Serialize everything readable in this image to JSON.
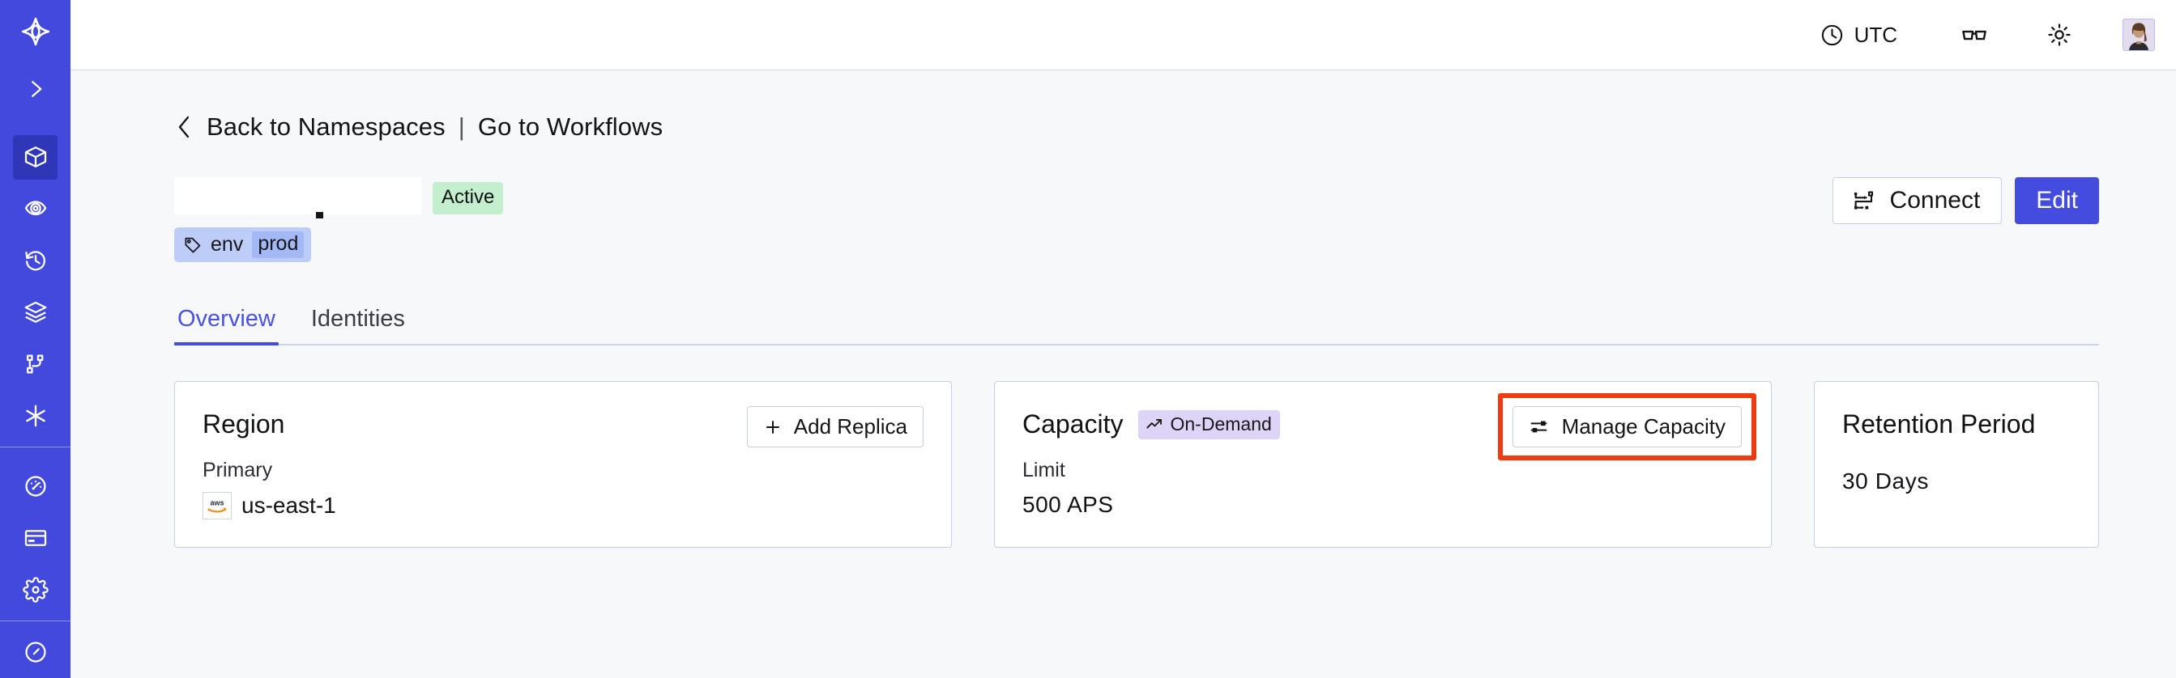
{
  "sidebar": {
    "logo": "temporal-logo",
    "items": [
      {
        "name": "expand-sidebar",
        "icon": "chevron-right-icon",
        "active": false
      },
      {
        "name": "namespaces",
        "icon": "cube-icon",
        "active": true
      },
      {
        "name": "observability",
        "icon": "eye-spiral-icon",
        "active": false
      },
      {
        "name": "schedules",
        "icon": "clock-rewind-icon",
        "active": false
      },
      {
        "name": "batch-operations",
        "icon": "layers-icon",
        "active": false
      },
      {
        "name": "workflows",
        "icon": "git-branch-icon",
        "active": false
      },
      {
        "name": "nexus",
        "icon": "asterisk-icon",
        "active": false
      },
      {
        "name": "usage",
        "icon": "gauge-icon",
        "active": false
      },
      {
        "name": "billing",
        "icon": "credit-card-icon",
        "active": false
      },
      {
        "name": "settings",
        "icon": "gear-icon",
        "active": false
      }
    ]
  },
  "topbar": {
    "timezone_label": "UTC",
    "timezone_icon": "clock-icon",
    "readability_icon": "glasses-icon",
    "theme_icon": "sun-icon",
    "avatar": "user-avatar"
  },
  "breadcrumb": {
    "back_icon": "chevron-left-icon",
    "back_label": "Back to Namespaces",
    "separator": "|",
    "forward_label": "Go to Workflows"
  },
  "header": {
    "title": "",
    "title_redacted": true,
    "status_badge": "Active",
    "tag": {
      "icon": "tag-icon",
      "key": "env",
      "value": "prod"
    },
    "connect_label": "Connect",
    "connect_icon": "connect-flow-icon",
    "edit_label": "Edit"
  },
  "tabs": [
    {
      "label": "Overview",
      "active": true
    },
    {
      "label": "Identities",
      "active": false
    }
  ],
  "cards": {
    "region": {
      "title": "Region",
      "button_label": "Add Replica",
      "button_icon": "plus-icon",
      "sub_label": "Primary",
      "provider_icon": "aws-logo",
      "value": "us-east-1"
    },
    "capacity": {
      "title": "Capacity",
      "badge_label": "On-Demand",
      "badge_icon": "trending-up-icon",
      "button_label": "Manage Capacity",
      "button_icon": "sliders-icon",
      "highlighted": true,
      "highlight_color": "#EE3B11",
      "sub_label": "Limit",
      "value": "500 APS"
    },
    "retention": {
      "title": "Retention Period",
      "value": "30  Days"
    }
  },
  "colors": {
    "sidebar": "#4249DC",
    "sidebar_active": "#3036B8",
    "accent": "#444CE0",
    "page_bg": "#F7F8FA",
    "card_border": "#C6D0E4",
    "badge_active_bg": "#C4EFCE",
    "badge_ondemand_bg": "#DED4F7",
    "tag_bg": "#BECCF8",
    "tag_value_bg": "#A3B8F4",
    "highlight": "#EE3B11"
  }
}
